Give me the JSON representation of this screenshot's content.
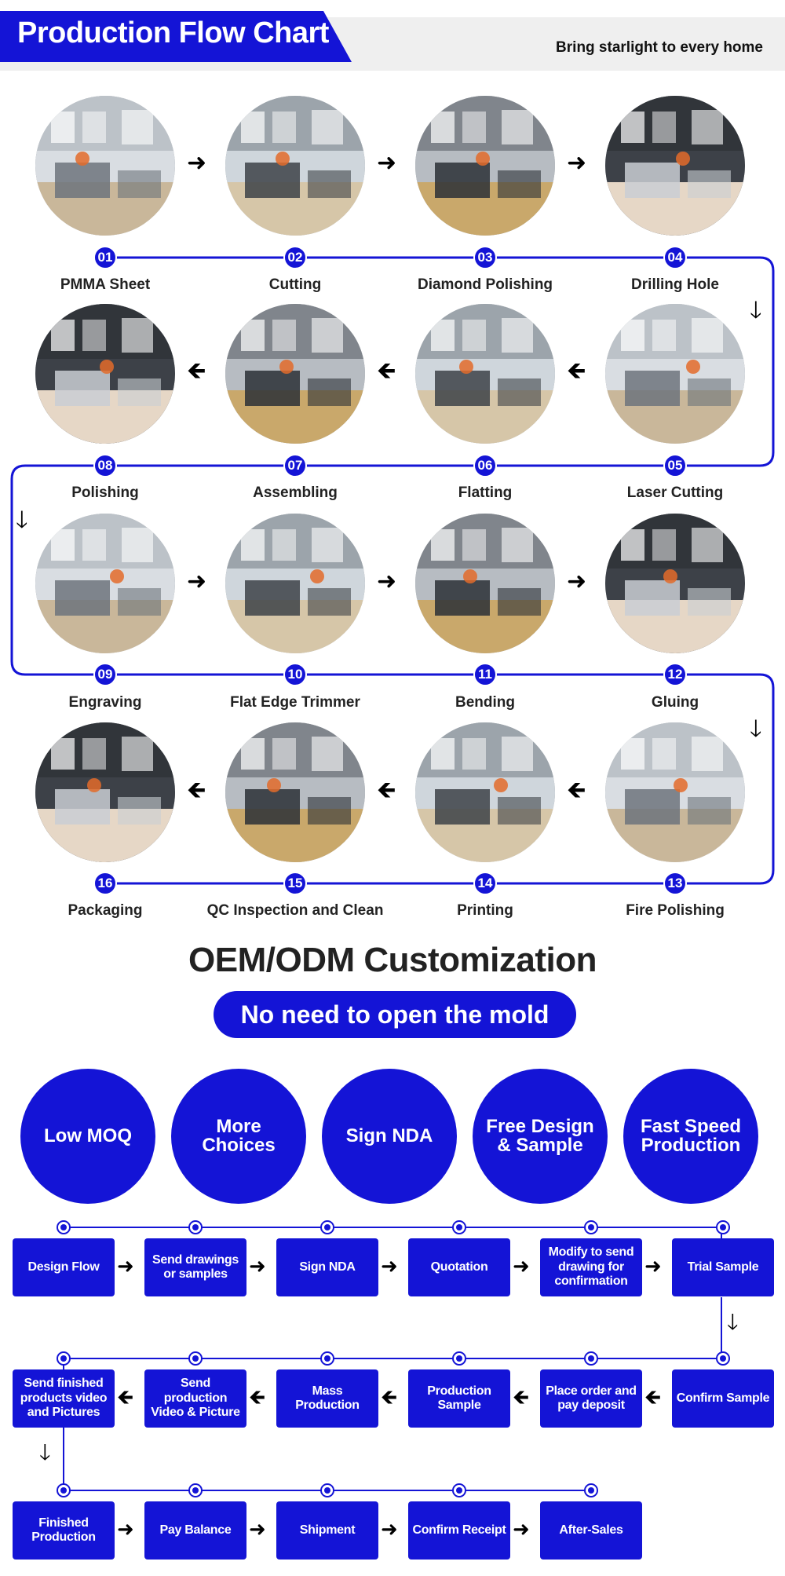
{
  "header": {
    "title": "Production Flow Chart",
    "tagline": "Bring starlight to every home"
  },
  "steps": [
    {
      "num": "01",
      "label": "PMMA Sheet",
      "icon": "factory-warehouse-photo"
    },
    {
      "num": "02",
      "label": "Cutting",
      "icon": "cutting-machine-photo"
    },
    {
      "num": "03",
      "label": "Diamond Polishing",
      "icon": "polishing-machine-photo"
    },
    {
      "num": "04",
      "label": "Drilling Hole",
      "icon": "drill-photo"
    },
    {
      "num": "05",
      "label": "Laser Cutting",
      "icon": "laser-cutter-photo"
    },
    {
      "num": "06",
      "label": "Flatting",
      "icon": "workshop-photo"
    },
    {
      "num": "07",
      "label": "Assembling",
      "icon": "assembly-line-photo"
    },
    {
      "num": "08",
      "label": "Polishing",
      "icon": "hand-polishing-photo"
    },
    {
      "num": "09",
      "label": "Engraving",
      "icon": "engraving-workshop-photo"
    },
    {
      "num": "10",
      "label": "Flat Edge Trimmer",
      "icon": "edge-trimmer-photo"
    },
    {
      "num": "11",
      "label": "Bending",
      "icon": "bending-machine-photo"
    },
    {
      "num": "12",
      "label": "Gluing",
      "icon": "gluing-workshop-photo"
    },
    {
      "num": "13",
      "label": "Fire Polishing",
      "icon": "fire-polishing-photo"
    },
    {
      "num": "14",
      "label": "Printing",
      "icon": "screen-printing-photo"
    },
    {
      "num": "15",
      "label": "QC Inspection and Clean",
      "icon": "qc-inspection-photo"
    },
    {
      "num": "16",
      "label": "Packaging",
      "icon": "packaging-photo"
    }
  ],
  "oem": {
    "title": "OEM/ODM Customization",
    "pill": "No need to open the mold",
    "features": [
      "Low MOQ",
      "More Choices",
      "Sign NDA",
      "Free Design & Sample",
      "Fast Speed Production"
    ]
  },
  "design_flow": {
    "row1": [
      "Design Flow",
      "Send drawings or samples",
      "Sign NDA",
      "Quotation",
      "Modify to send drawing for confirmation",
      "Trial Sample"
    ],
    "row2": [
      "Send finished products video and Pictures",
      "Send production Video & Picture",
      "Mass Production",
      "Production Sample",
      "Place order and pay deposit",
      "Confirm Sample"
    ],
    "row3": [
      "Finished Production",
      "Pay Balance",
      "Shipment",
      "Confirm Receipt",
      "After-Sales"
    ]
  },
  "colors": {
    "brand_blue": "#1414d6",
    "header_gray": "#efefef"
  }
}
